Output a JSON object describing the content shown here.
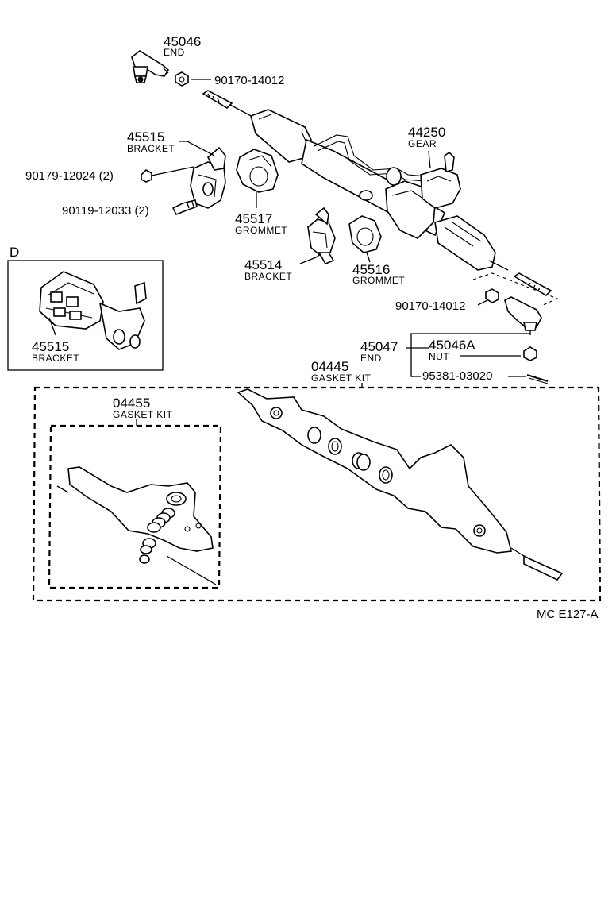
{
  "parts": {
    "tie_rod_end_left": {
      "number": "45046",
      "name": "END"
    },
    "nut_left": {
      "number": "90170-14012"
    },
    "bracket_45515": {
      "number": "45515",
      "name": "BRACKET"
    },
    "nut_90179": {
      "number": "90179-12024 (2)"
    },
    "bolt_90119": {
      "number": "90119-12033 (2)"
    },
    "grommet_45517": {
      "number": "45517",
      "name": "GROMMET"
    },
    "gear": {
      "number": "44250",
      "name": "GEAR"
    },
    "bracket_45514": {
      "number": "45514",
      "name": "BRACKET"
    },
    "grommet_45516": {
      "number": "45516",
      "name": "GROMMET"
    },
    "nut_right": {
      "number": "90170-14012"
    },
    "tie_rod_end_right": {
      "number": "45047",
      "name": "END"
    },
    "nut_45046A": {
      "number": "45046A",
      "name": "NUT"
    },
    "cotter_pin": {
      "number": "95381-03020"
    },
    "gasket_kit_outer": {
      "number": "04445",
      "name": "GASKET KIT"
    },
    "gasket_kit_inner": {
      "number": "04455",
      "name": "GASKET KIT"
    }
  },
  "detail_view": {
    "label": "D",
    "part_number": "45515",
    "part_name": "BRACKET"
  },
  "footer": {
    "code": "MC  E127-A"
  }
}
